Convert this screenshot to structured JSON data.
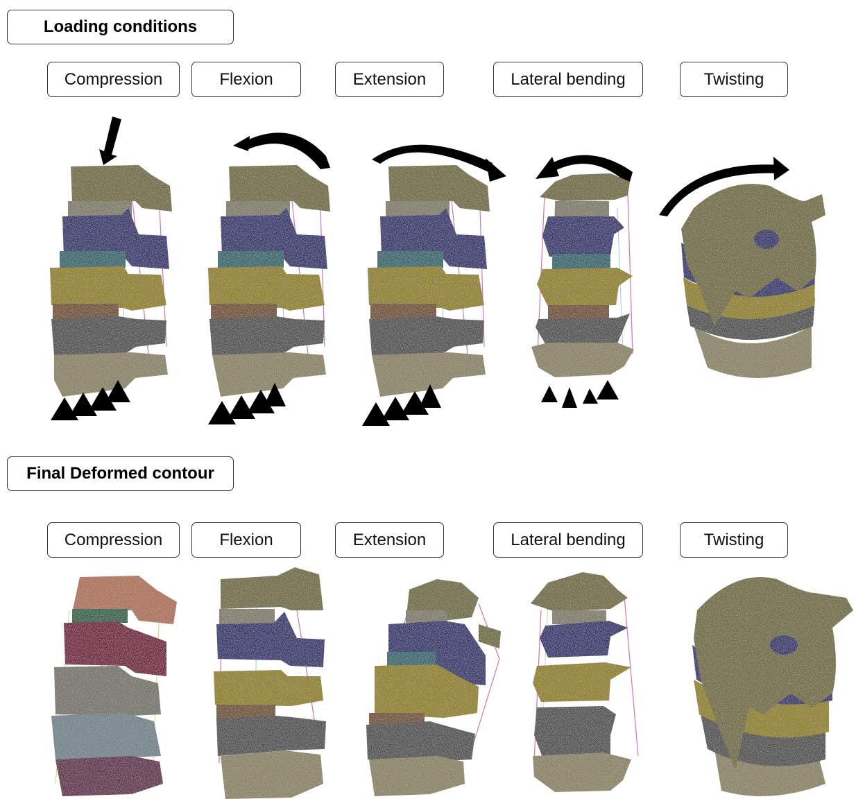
{
  "sections": {
    "loading_title": "Loading conditions",
    "deformed_title": "Final Deformed contour"
  },
  "loading": {
    "labels": [
      "Compression",
      "Flexion",
      "Extension",
      "Lateral bending",
      "Twisting"
    ]
  },
  "deformed": {
    "labels": [
      "Compression",
      "Flexion",
      "Extension",
      "Lateral bending",
      "Twisting"
    ]
  },
  "colors": {
    "bone_olive": "#6b6540",
    "bone_navy": "#2c2a6a",
    "bone_gold": "#8a7a22",
    "bone_grey": "#4a4a50",
    "bone_sand": "#857d62",
    "disc_teal": "#2a5f6c",
    "disc_brown": "#6a4a30",
    "ligament_pink": "#c878b8",
    "ligament_blue": "#9bc8dc",
    "arrow": "#000000",
    "def_copper": "#a86a55",
    "def_green": "#2a5a44",
    "def_maroon": "#6a1838",
    "def_grey": "#6e6e68",
    "def_slate": "#6c7c88",
    "def_purple": "#5a2848"
  },
  "icons": [
    "load-arrow-icon",
    "rotation-arrow-icon",
    "fixed-support-triangle-icon"
  ]
}
